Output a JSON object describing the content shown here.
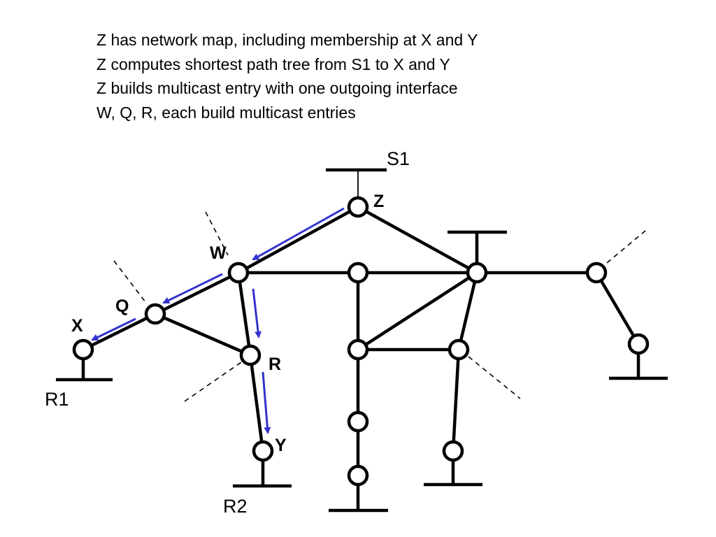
{
  "caption_lines": [
    "Z has network map, including membership at X and Y",
    "Z computes shortest path tree from S1 to X and Y",
    "Z builds multicast entry with one outgoing interface",
    "W, Q, R, each build  multicast entries"
  ],
  "labels": {
    "s1": "S1",
    "z": "Z",
    "w": "W",
    "q": "Q",
    "x": "X",
    "r": "R",
    "y": "Y",
    "r1": "R1",
    "r2": "R2"
  },
  "colors": {
    "link": "#000000",
    "arrow": "#3333cc",
    "node_fill": "#ffffff"
  }
}
